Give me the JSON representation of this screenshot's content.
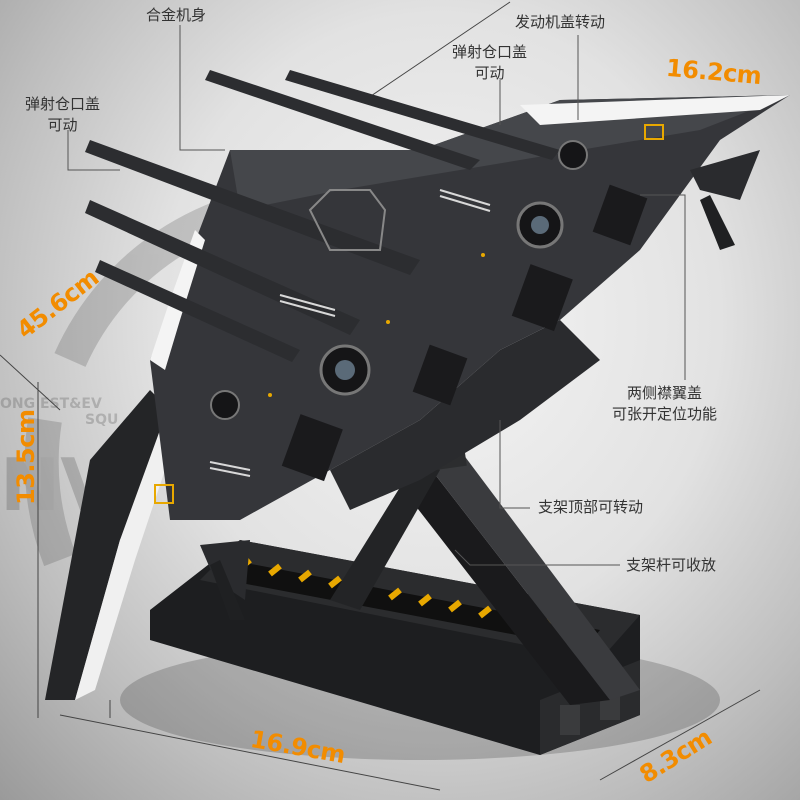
{
  "annotations": {
    "alloy_body": "合金机身",
    "engine_cover_rotate": "发动机盖转动",
    "ejection_hatch_right_l1": "弹射仓口盖",
    "ejection_hatch_right_l2": "可动",
    "ejection_hatch_left_l1": "弹射仓口盖",
    "ejection_hatch_left_l2": "可动",
    "side_flap_l1": "两侧襟翼盖",
    "side_flap_l2": "可张开定位功能",
    "stand_top_rotate": "支架顶部可转动",
    "stand_rod_fold": "支架杆可收放"
  },
  "dimensions": {
    "top_width": "16.2cm",
    "length": "45.6cm",
    "height": "13.5cm",
    "base_length": "16.9cm",
    "base_depth": "8.3cm"
  },
  "watermark": {
    "line1": "ONG  EST&EV",
    "line2": "SQU",
    "big": "NV"
  },
  "colors": {
    "accent_orange": "#f28c00",
    "hull_dark": "#2e2f31",
    "hull_light": "#f2f2f2",
    "hazard_yellow": "#e8a800"
  }
}
